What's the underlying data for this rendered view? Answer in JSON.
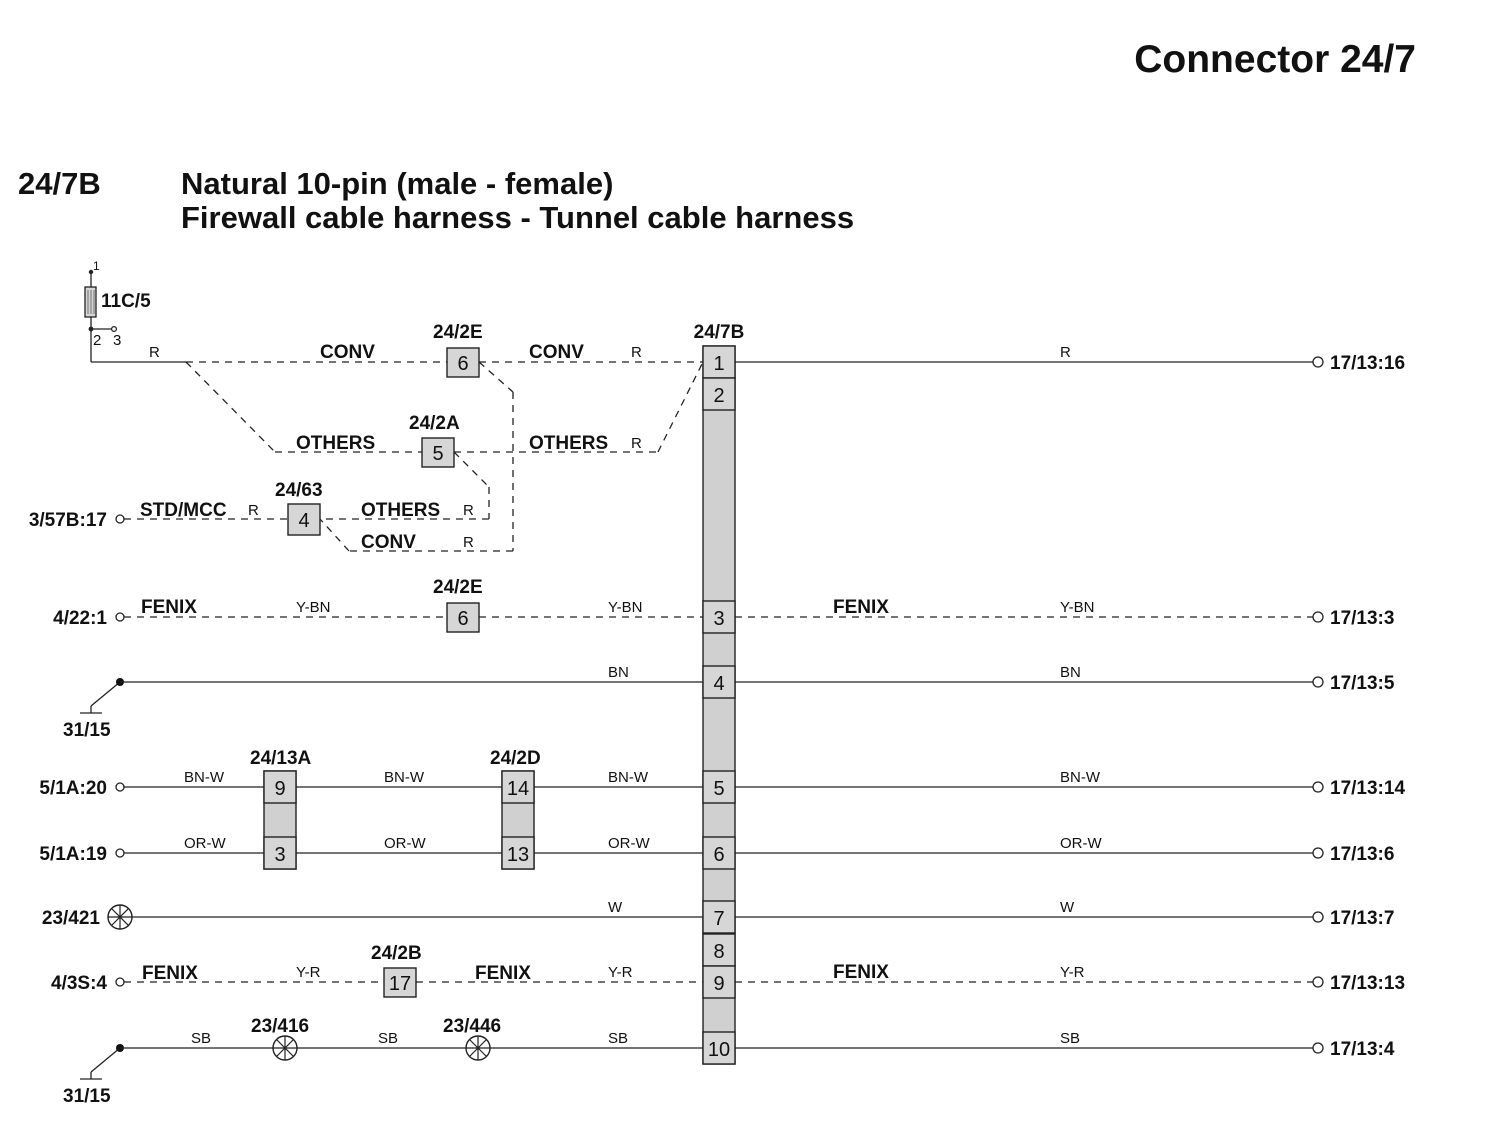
{
  "title": "Connector 24/7",
  "connector": {
    "id": "24/7B",
    "description_line1": "Natural 10-pin (male - female)",
    "description_line2": "Firewall cable harness - Tunnel cable harness",
    "block_label": "24/7B",
    "pins": [
      "1",
      "2",
      "3",
      "4",
      "5",
      "6",
      "7",
      "8",
      "9",
      "10"
    ]
  },
  "fuse": {
    "id": "11C/5",
    "pin_top": "1",
    "pin_2": "2",
    "pin_3": "3"
  },
  "labels": {
    "conv": "CONV",
    "others": "OTHERS",
    "std_mcc": "STD/MCC",
    "fenix": "FENIX",
    "ground": "31/15"
  },
  "colors": {
    "r": "R",
    "ybn": "Y-BN",
    "bn": "BN",
    "bnw": "BN-W",
    "orw": "OR-W",
    "w": "W",
    "yr": "Y-R",
    "sb": "SB"
  },
  "inline": {
    "c242e": "24/2E",
    "c242a": "24/2A",
    "c2463": "24/63",
    "c2413a": "24/13A",
    "c242d": "24/2D",
    "c242b": "24/2B",
    "c23416": "23/416",
    "c23446": "23/446",
    "pin_6": "6",
    "pin_5": "5",
    "pin_4": "4",
    "pin_9": "9",
    "pin_3": "3",
    "pin_14": "14",
    "pin_13": "13",
    "pin_17": "17"
  },
  "left_terminals": {
    "t357b17": "3/57B:17",
    "t4221": "4/22:1",
    "t51a20": "5/1A:20",
    "t51a19": "5/1A:19",
    "t23421": "23/421",
    "t43s4": "4/3S:4"
  },
  "right_terminals": {
    "p1": "17/13:16",
    "p3": "17/13:3",
    "p4": "17/13:5",
    "p5": "17/13:14",
    "p6": "17/13:6",
    "p7": "17/13:7",
    "p9": "17/13:13",
    "p10": "17/13:4"
  }
}
